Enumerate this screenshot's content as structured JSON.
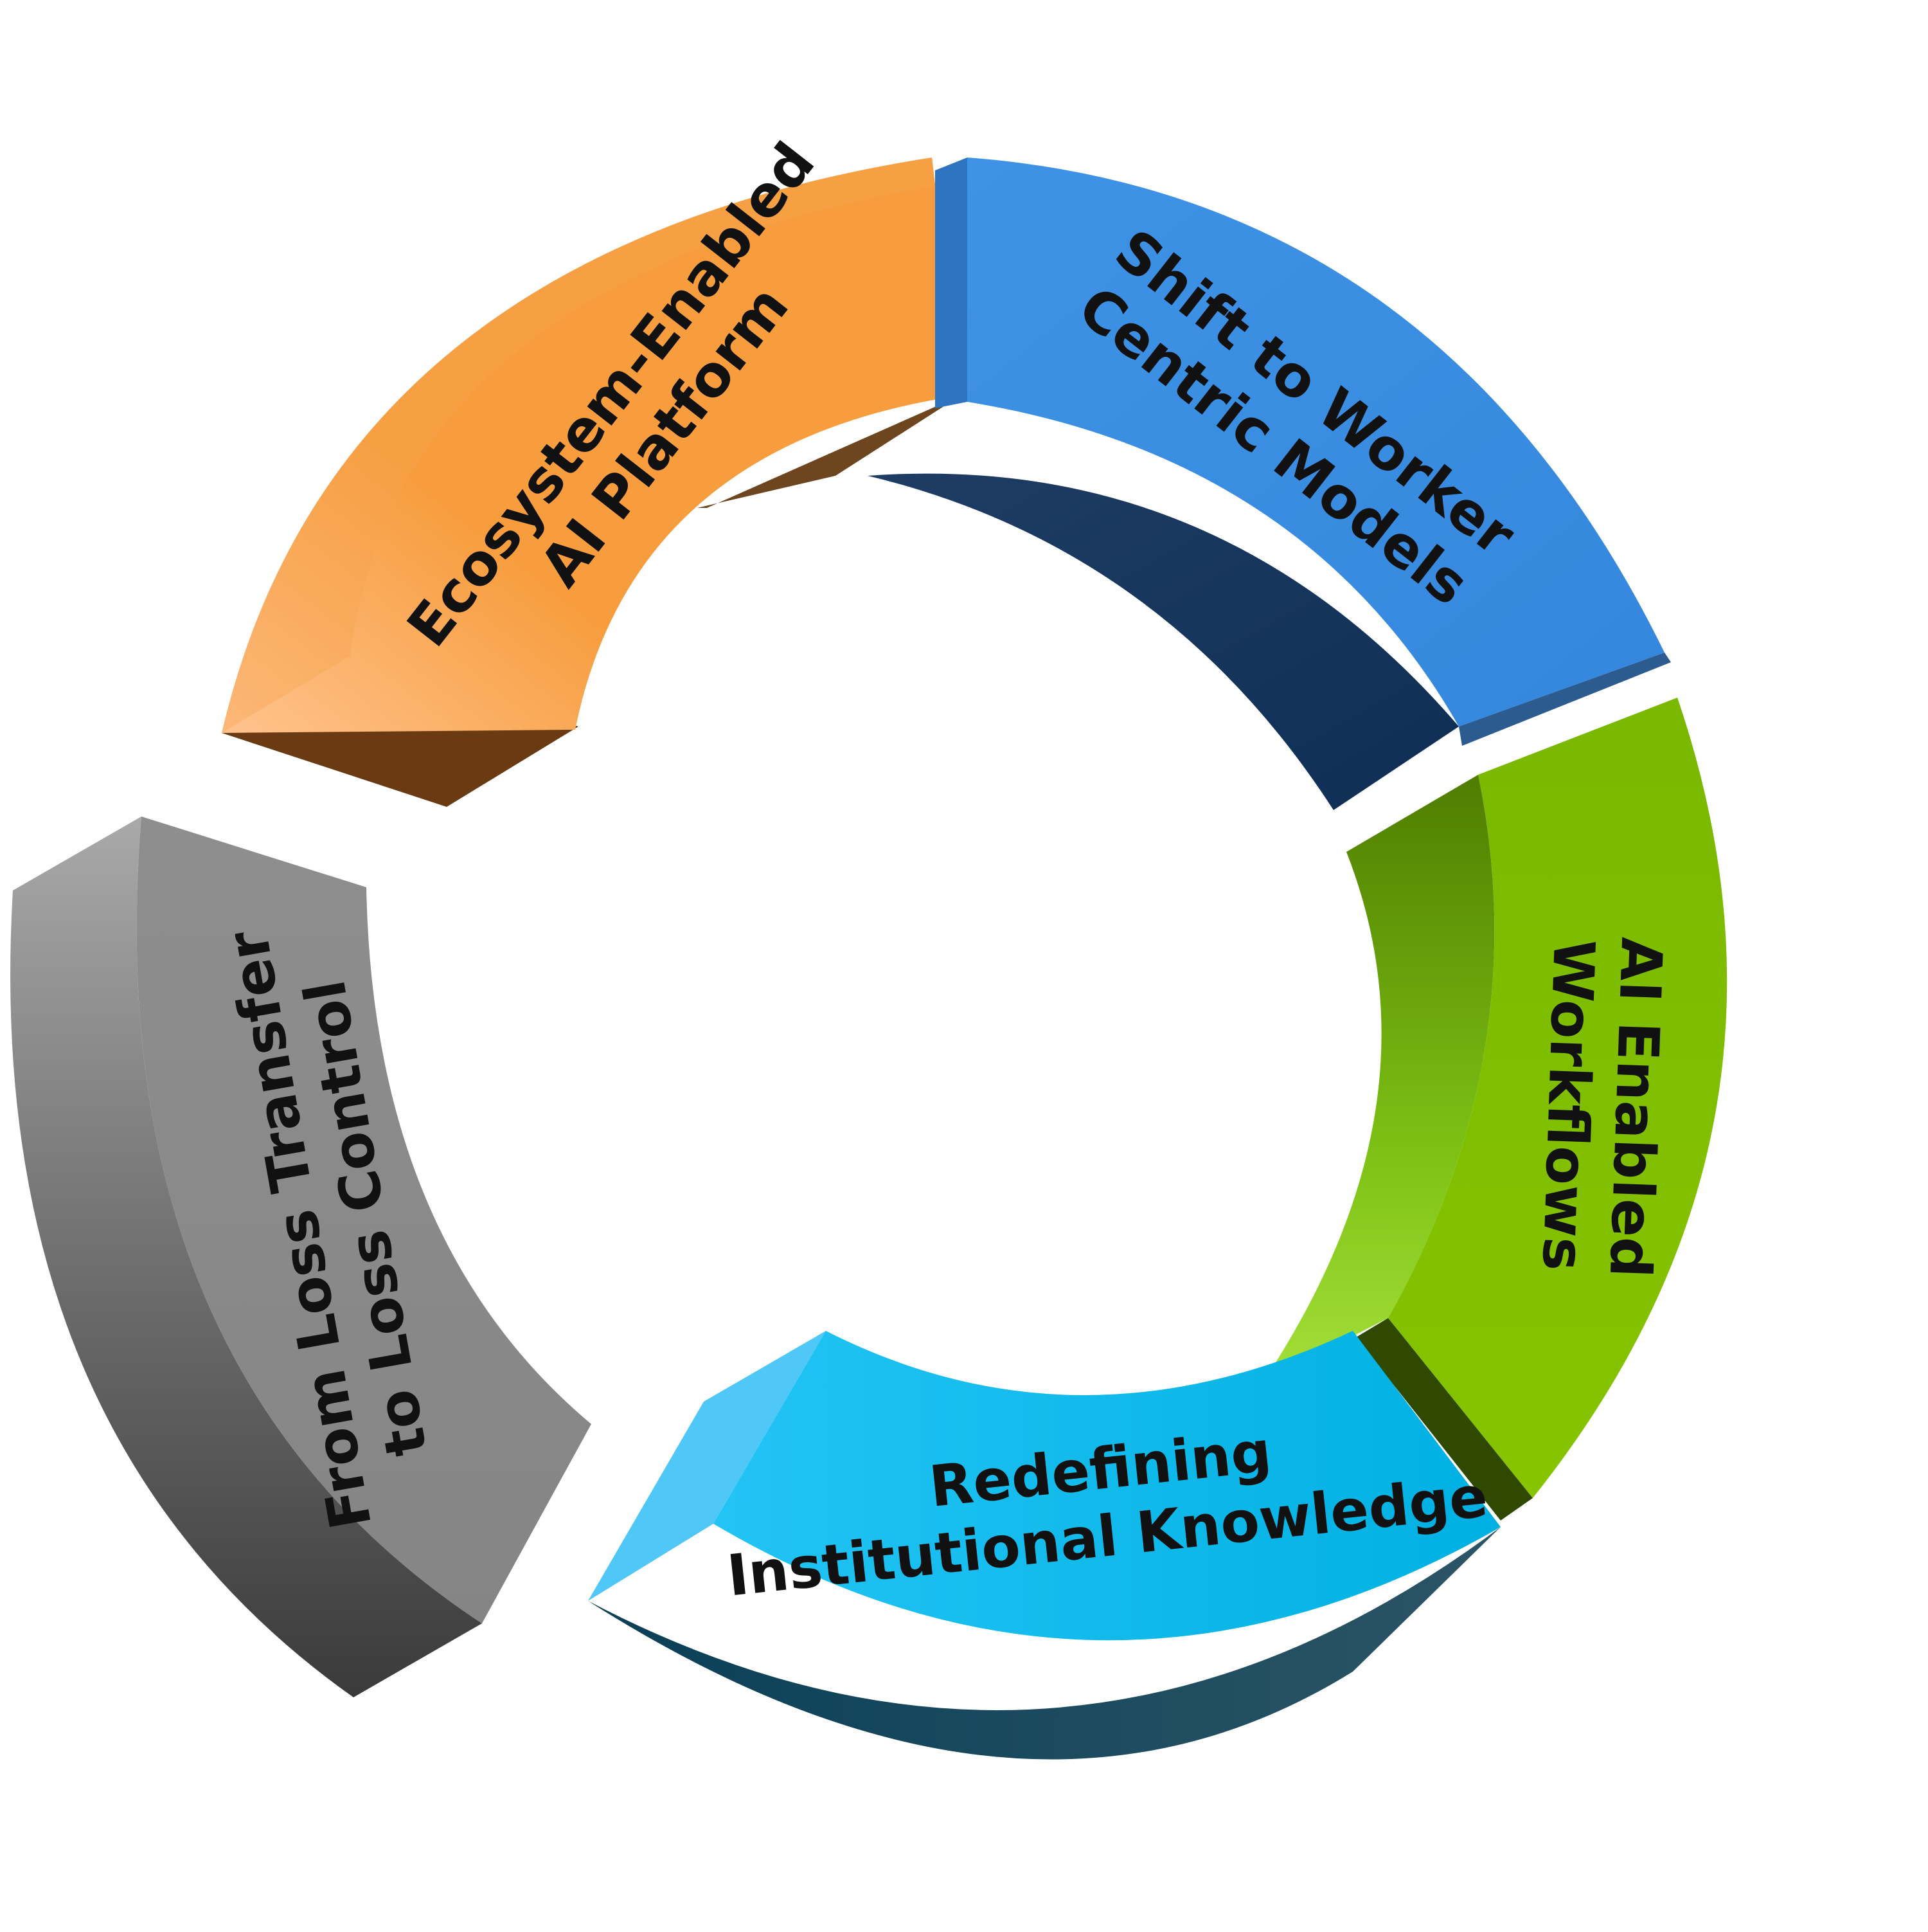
{
  "segments": [
    {
      "id": "ecosystem",
      "lines": [
        "Ecosystem-Enabled",
        "AI Platform"
      ],
      "color": "#f79d3e"
    },
    {
      "id": "worker-centric",
      "lines": [
        "Shift to Worker",
        "Centric Models"
      ],
      "color": "#3a8de1"
    },
    {
      "id": "ai-workflows",
      "lines": [
        "AI Enabled",
        "Workflows"
      ],
      "color": "#7fbd00"
    },
    {
      "id": "institutional-knowledge",
      "lines": [
        "Redefining",
        "Institutional Knowledge"
      ],
      "color": "#00b3e3"
    },
    {
      "id": "loss-control",
      "lines": [
        "From Loss Transfer",
        "to Loss Control"
      ],
      "color": "#8a8a8a"
    }
  ]
}
